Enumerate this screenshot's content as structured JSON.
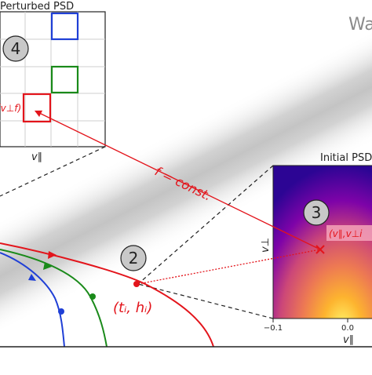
{
  "perturbed_panel": {
    "title": "Perturbed PSD",
    "badge": "4",
    "x_label": "v∥",
    "point_label": "(v⊥f)"
  },
  "initial_panel": {
    "title": "Initial PSD",
    "badge": "3",
    "x_label": "v∥",
    "y_label": "v⊥",
    "x_ticks": [
      "−0.1",
      "0.0"
    ],
    "point_label": "(v∥,v⊥i"
  },
  "wave_label": "Wa",
  "f_const_label": "f = const.",
  "trajectory": {
    "badge": "2",
    "point_label": "(tᵢ, hᵢ)"
  },
  "colors": {
    "red": "#e3141b",
    "green": "#1a8a1a",
    "blue": "#1f3fd6",
    "dark": "#222222"
  }
}
